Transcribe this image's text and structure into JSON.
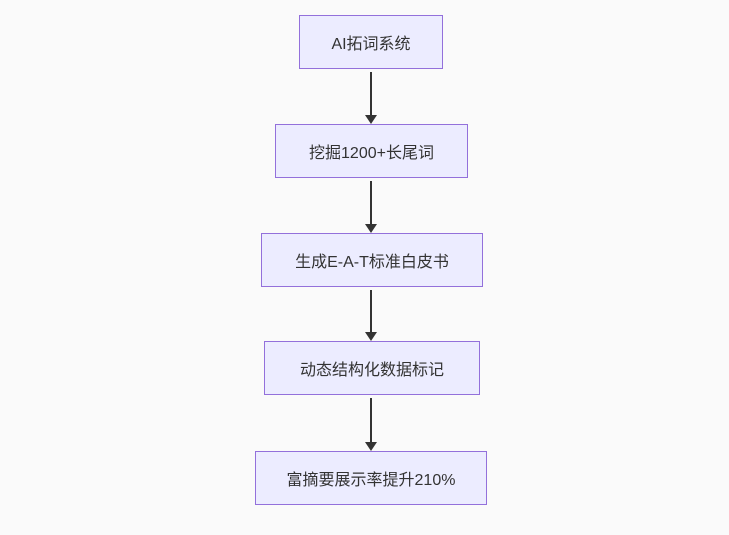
{
  "diagram": {
    "type": "flowchart",
    "direction": "top-down",
    "nodes": [
      {
        "id": "n1",
        "label": "AI拓词系统"
      },
      {
        "id": "n2",
        "label": "挖掘1200+长尾词"
      },
      {
        "id": "n3",
        "label": "生成E-A-T标准白皮书"
      },
      {
        "id": "n4",
        "label": "动态结构化数据标记"
      },
      {
        "id": "n5",
        "label": "富摘要展示率提升210%"
      }
    ],
    "edges": [
      {
        "from": "AI拓词系统",
        "to": "挖掘1200+长尾词"
      },
      {
        "from": "挖掘1200+长尾词",
        "to": "生成E-A-T标准白皮书"
      },
      {
        "from": "生成E-A-T标准白皮书",
        "to": "动态结构化数据标记"
      },
      {
        "from": "动态结构化数据标记",
        "to": "富摘要展示率提升210%"
      }
    ],
    "colors": {
      "background": "#fafafa",
      "node_fill": "#ECECFF",
      "node_border": "#9370DB",
      "node_text": "#333333",
      "arrow": "#333333"
    }
  }
}
